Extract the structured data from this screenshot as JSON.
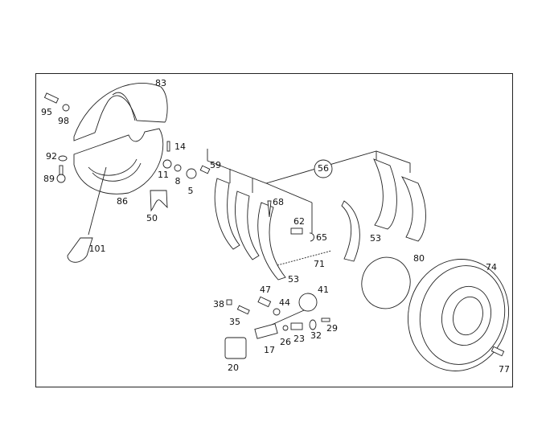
{
  "diagram": {
    "type": "exploded parts diagram (brake assembly)",
    "labels": {
      "p83": "83",
      "p95": "95",
      "p98": "98",
      "p92": "92",
      "p89": "89",
      "p86": "86",
      "p14": "14",
      "p11": "11",
      "p8": "8",
      "p5": "5",
      "p59": "59",
      "p50": "50",
      "p101": "101",
      "p56": "56",
      "p68": "68",
      "p62": "62",
      "p65": "65",
      "p71": "71",
      "p53a": "53",
      "p53b": "53",
      "p80": "80",
      "p74": "74",
      "p47": "47",
      "p41": "41",
      "p44": "44",
      "p38": "38",
      "p35": "35",
      "p29": "29",
      "p32": "32",
      "p23": "23",
      "p26": "26",
      "p17": "17",
      "p20": "20",
      "p77": "77"
    }
  }
}
